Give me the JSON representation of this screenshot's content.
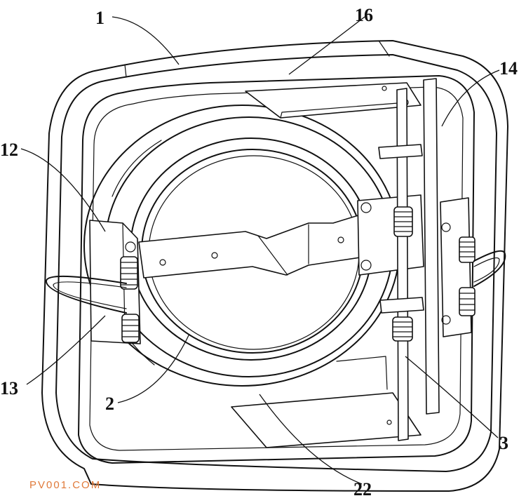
{
  "diagram": {
    "labels": [
      {
        "id": "1",
        "text": "1"
      },
      {
        "id": "16",
        "text": "16"
      },
      {
        "id": "14",
        "text": "14"
      },
      {
        "id": "12",
        "text": "12"
      },
      {
        "id": "13",
        "text": "13"
      },
      {
        "id": "2",
        "text": "2"
      },
      {
        "id": "22",
        "text": "22"
      },
      {
        "id": "3",
        "text": "3"
      }
    ],
    "watermark": "PV001.COM"
  }
}
